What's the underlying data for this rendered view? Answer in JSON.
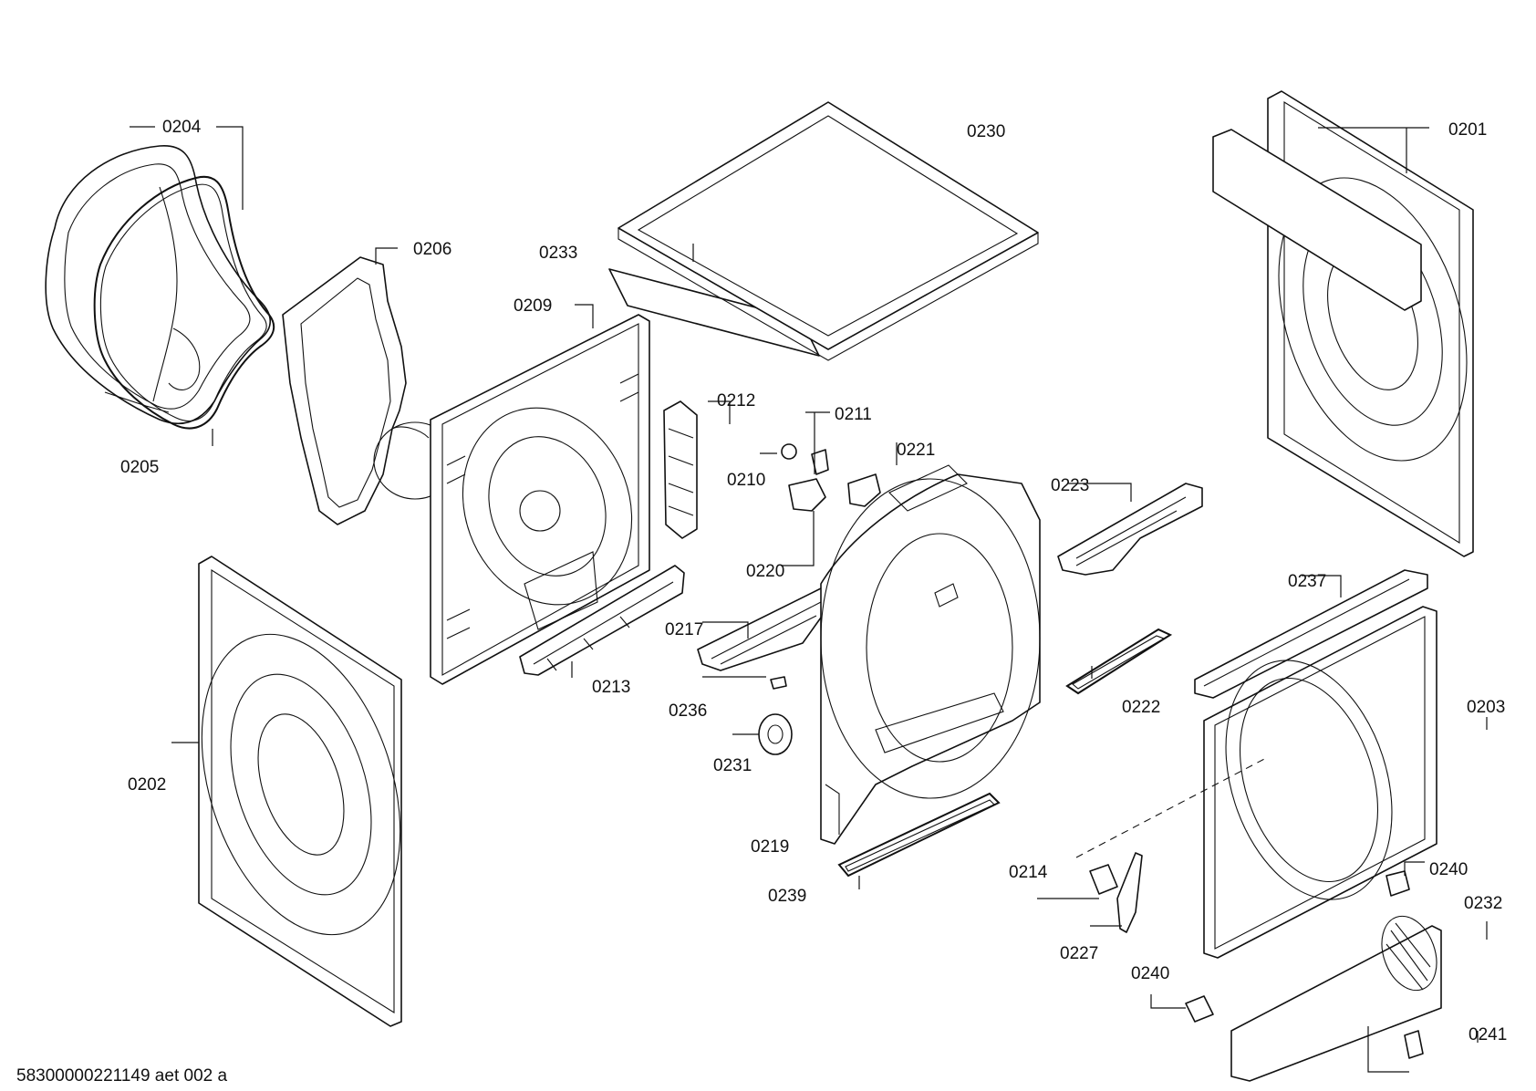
{
  "labels": {
    "p0201": "0201",
    "p0202": "0202",
    "p0203": "0203",
    "p0204": "0204",
    "p0205": "0205",
    "p0206": "0206",
    "p0209": "0209",
    "p0210": "0210",
    "p0211": "0211",
    "p0212": "0212",
    "p0213": "0213",
    "p0214": "0214",
    "p0217": "0217",
    "p0219": "0219",
    "p0220": "0220",
    "p0221": "0221",
    "p0222": "0222",
    "p0223": "0223",
    "p0227": "0227",
    "p0230": "0230",
    "p0231": "0231",
    "p0232": "0232",
    "p0233": "0233",
    "p0236": "0236",
    "p0237": "0237",
    "p0239": "0239",
    "p0240a": "0240",
    "p0240b": "0240",
    "p0241": "0241"
  },
  "footer": {
    "drawing_id": "58300000221149 aet 002 a"
  }
}
